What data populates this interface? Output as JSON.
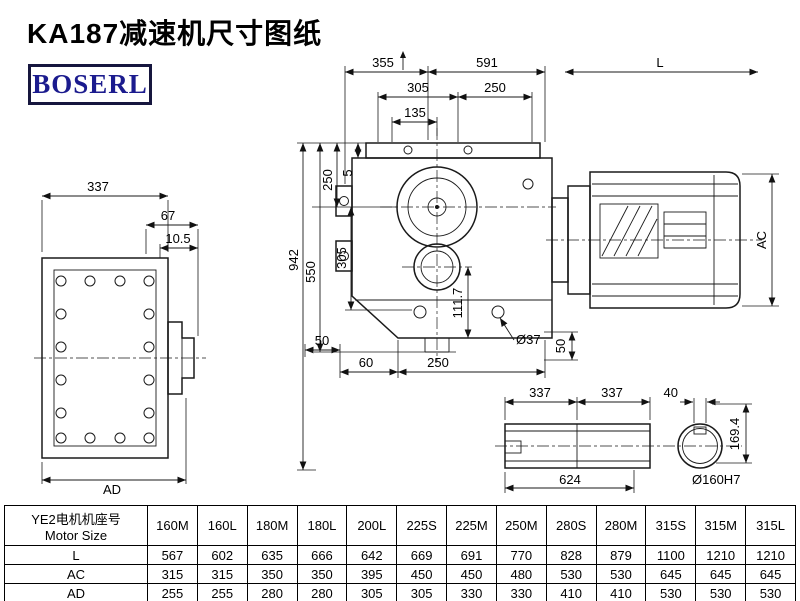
{
  "title": "KA187减速机尺寸图纸",
  "logo": "BOSERL",
  "left_view": {
    "w337": "337",
    "d67": "67",
    "d105": "10.5",
    "ad": "AD"
  },
  "front_view": {
    "d355": "355",
    "d591": "591",
    "d305": "305",
    "d250": "250",
    "d135": "135",
    "v250": "250",
    "v5": "5",
    "v305": "305",
    "v550": "550",
    "v942": "942",
    "v1117": "111.7",
    "b50": "50",
    "b60": "60",
    "b250": "250",
    "dia37": "Ø37",
    "r50": "50"
  },
  "motor_view": {
    "L": "L",
    "AC": "AC"
  },
  "shaft_view": {
    "d337a": "337",
    "d337b": "337",
    "d624": "624",
    "d40": "40",
    "dia": "Ø160H7",
    "d1694": "169.4"
  },
  "table": {
    "header": {
      "line1": "YE2电机机座号",
      "line2": "Motor Size"
    },
    "columns": [
      "160M",
      "160L",
      "180M",
      "180L",
      "200L",
      "225S",
      "225M",
      "250M",
      "280S",
      "280M",
      "315S",
      "315M",
      "315L"
    ],
    "rows": [
      {
        "label": "L",
        "values": [
          "567",
          "602",
          "635",
          "666",
          "642",
          "669",
          "691",
          "770",
          "828",
          "879",
          "1100",
          "1210",
          "1210"
        ]
      },
      {
        "label": "AC",
        "values": [
          "315",
          "315",
          "350",
          "350",
          "395",
          "450",
          "450",
          "480",
          "530",
          "530",
          "645",
          "645",
          "645"
        ]
      },
      {
        "label": "AD",
        "values": [
          "255",
          "255",
          "280",
          "280",
          "305",
          "305",
          "330",
          "330",
          "410",
          "410",
          "530",
          "530",
          "530"
        ]
      }
    ]
  }
}
